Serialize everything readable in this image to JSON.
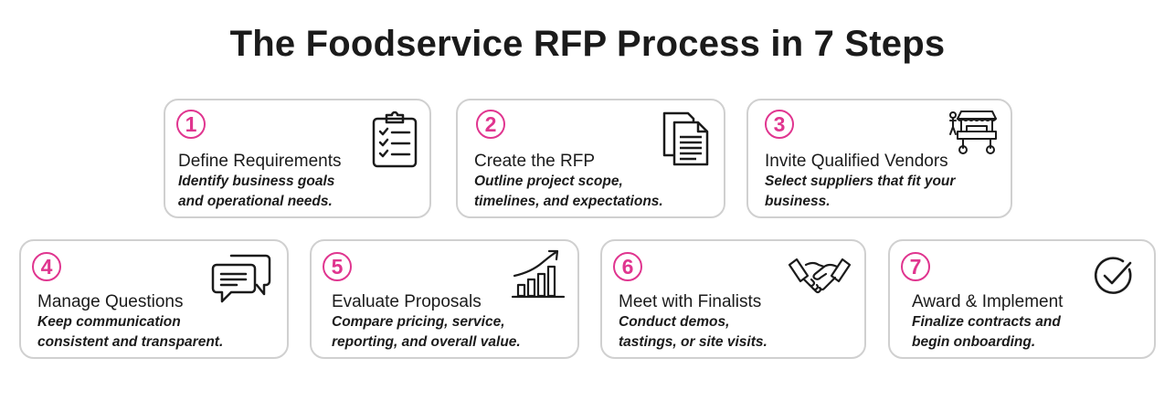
{
  "title": "The Foodservice RFP Process in 7 Steps",
  "colors": {
    "accent": "#e0358f",
    "border": "#d0d0d0",
    "text": "#1b1b1b"
  },
  "steps": [
    {
      "number": "1",
      "title": "Define Requirements",
      "desc_line1": "Identify business goals",
      "desc_line2": "and operational needs.",
      "icon": "clipboard-checklist-icon"
    },
    {
      "number": "2",
      "title": "Create the RFP",
      "desc_line1": "Outline project scope,",
      "desc_line2": "timelines, and expectations.",
      "icon": "documents-icon"
    },
    {
      "number": "3",
      "title": "Invite Qualified Vendors",
      "desc_line1": "Select suppliers that fit your",
      "desc_line2": "business.",
      "icon": "vendor-cart-icon"
    },
    {
      "number": "4",
      "title": "Manage Questions",
      "desc_line1": "Keep communication",
      "desc_line2": "consistent and transparent.",
      "icon": "chat-bubbles-icon"
    },
    {
      "number": "5",
      "title": "Evaluate Proposals",
      "desc_line1": "Compare pricing, service,",
      "desc_line2": "reporting, and overall value.",
      "icon": "growth-chart-icon"
    },
    {
      "number": "6",
      "title": "Meet with Finalists",
      "desc_line1": "Conduct demos,",
      "desc_line2": "tastings, or site visits.",
      "icon": "handshake-icon"
    },
    {
      "number": "7",
      "title": "Award & Implement",
      "desc_line1": "Finalize contracts and",
      "desc_line2": "begin onboarding.",
      "icon": "checkmark-icon"
    }
  ]
}
